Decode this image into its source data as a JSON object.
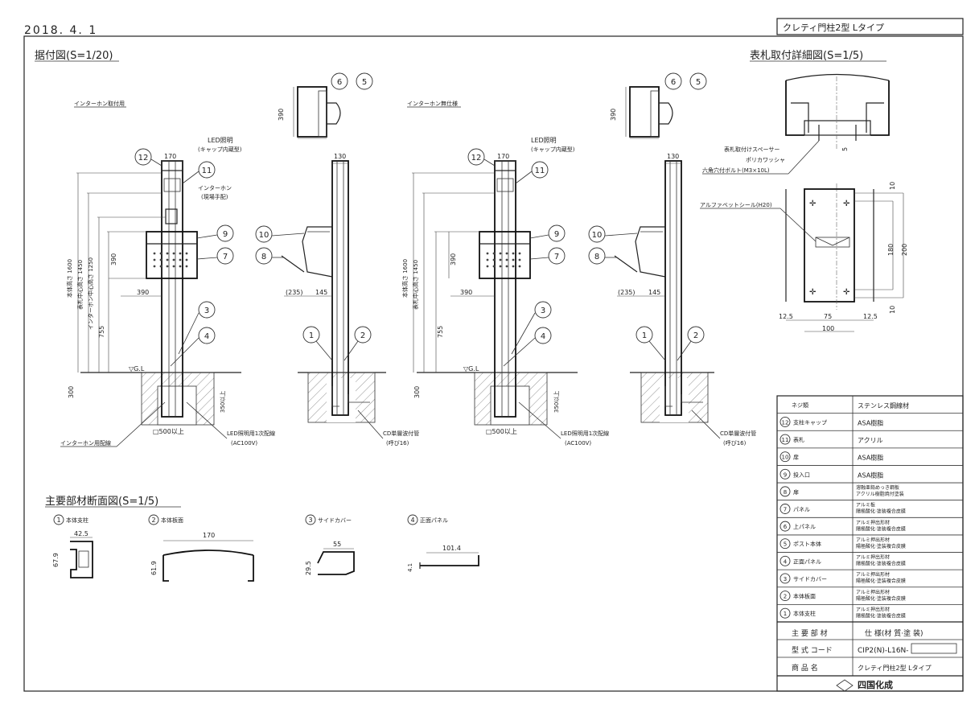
{
  "header": {
    "date": "2018. 4. 1",
    "title_box": "クレティ門柱2型 Lタイプ"
  },
  "views": {
    "install_title": "据付図(S=1/20)",
    "sign_detail_title": "表札取付詳細図(S=1/5)",
    "section_title": "主要部材断面図(S=1/5)",
    "left_subtitle": "インターホン取付用",
    "right_subtitle": "インターホン無仕様"
  },
  "labels": {
    "led": "LED照明",
    "led_sub": "(キャップ内蔵型)",
    "intercom": "インターホン",
    "intercom_sub": "(現場手配)",
    "led_wire": "LED照明用1次配線",
    "ac": "(AC100V)",
    "cd_pipe": "CD単層波付管",
    "cd_pipe_sub": "(呼び16)",
    "intercom_wire": "インターホン用配線",
    "gl": "▽G.L",
    "found": "□500以上",
    "depth": "350以上",
    "spacer": "表札取付けスペーサー",
    "washer": "ポリカワッシャ",
    "bolt": "六角穴付ボルト(M3×10L)",
    "seal": "アルファベットシール(H20)"
  },
  "dims": {
    "d170": "170",
    "d130": "130",
    "d390": "390",
    "d235": "(235)",
    "d145": "145",
    "d1600": "本体高さ 1600",
    "d1450": "表札中心高さ 1450",
    "d1250": "インターホン中心高さ 1250",
    "d755": "755",
    "d300": "300",
    "d390b": "390",
    "d10": "10",
    "d180": "180",
    "d200": "200",
    "d12_5": "12.5",
    "d75": "75",
    "d100": "100",
    "d5": "5",
    "s42_5": "42.5",
    "s67_9": "67.9",
    "s170": "170",
    "s61_9": "61.9",
    "s55": "55",
    "s29_5": "29.5",
    "s101_4": "101.4",
    "s4_1": "4.1"
  },
  "callouts": [
    "1",
    "2",
    "3",
    "4",
    "5",
    "6",
    "7",
    "8",
    "9",
    "10",
    "11",
    "12"
  ],
  "sections": [
    {
      "num": "1",
      "label": "本体支柱"
    },
    {
      "num": "2",
      "label": "本体板面"
    },
    {
      "num": "3",
      "label": "サイドカバー"
    },
    {
      "num": "4",
      "label": "正面パネル"
    }
  ],
  "spec_table": {
    "rows": [
      {
        "num": "",
        "part": "ネジ類",
        "spec": "ステンレス鋼線材"
      },
      {
        "num": "12",
        "part": "支柱キャップ",
        "spec": "ASA樹脂"
      },
      {
        "num": "11",
        "part": "表札",
        "spec": "アクリル"
      },
      {
        "num": "10",
        "part": "扉",
        "spec": "ASA樹脂"
      },
      {
        "num": "9",
        "part": "投入口",
        "spec": "ASA樹脂"
      },
      {
        "num": "8",
        "part": "扉",
        "spec": "溶融亜鉛めっき鋼板 アクリル樹脂焼付塗装"
      },
      {
        "num": "7",
        "part": "パネル",
        "spec": "アルミ板 陽極酸化·塗装複合皮膜"
      },
      {
        "num": "6",
        "part": "上パネル",
        "spec": "アルミ押出形材 陽極酸化·塗装複合皮膜"
      },
      {
        "num": "5",
        "part": "ポスト本体",
        "spec": "アルミ押出形材 陽極酸化·塗装複合皮膜"
      },
      {
        "num": "4",
        "part": "正面パネル",
        "spec": "アルミ押出形材 陽極酸化·塗装複合皮膜"
      },
      {
        "num": "3",
        "part": "サイドカバー",
        "spec": "アルミ押出形材 陽極酸化·塗装複合皮膜"
      },
      {
        "num": "2",
        "part": "本体板面",
        "spec": "アルミ押出形材 陽極酸化·塗装複合皮膜"
      },
      {
        "num": "1",
        "part": "本体支柱",
        "spec": "アルミ押出形材 陽極酸化·塗装複合皮膜"
      }
    ],
    "header_part": "主 要 部 材",
    "header_spec": "仕 様(材 質·塗 装)",
    "model_label": "型 式 コード",
    "model_value": "CIP2(N)-L16N-",
    "product_label": "商 品 名",
    "product_value": "クレティ門柱2型 Lタイプ",
    "maker": "四国化成"
  }
}
